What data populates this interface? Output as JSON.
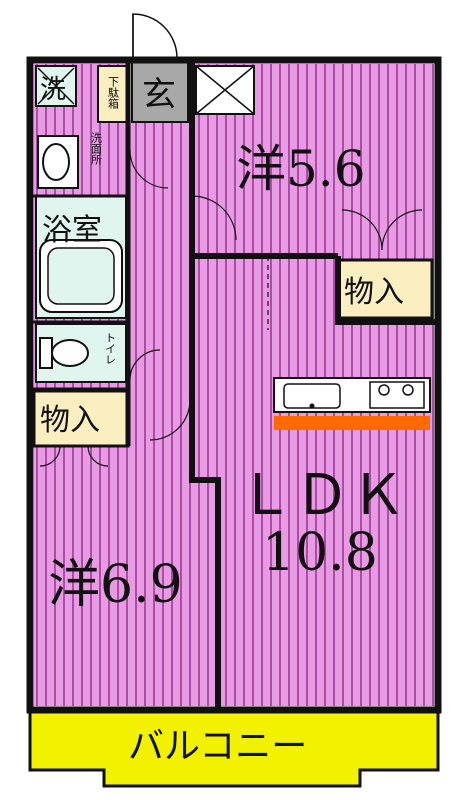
{
  "colors": {
    "room_fill": "#e79be3",
    "stripe": "#b04aa8",
    "wall": "#111111",
    "storage_fill": "#fbeec0",
    "wet_fill": "#dff5ee",
    "entrance_fill": "#a8a8a8",
    "balcony_fill": "#f2f200",
    "counter_orange": "#ff6a00"
  },
  "rooms": {
    "western_top": "洋5.6",
    "ldk_line1": "ＬＤＫ",
    "ldk_line2": "10.8",
    "western_bottom": "洋6.9",
    "storage_right": "物入",
    "storage_left": "物入",
    "entrance": "玄",
    "laundry": "洗",
    "shoe_box": "下駄箱",
    "washroom": "洗面所",
    "bathroom": "浴室",
    "toilet": "トイレ",
    "balcony": "バルコニー"
  },
  "icons": [
    "laundry-pan-icon",
    "washbasin-icon",
    "bathtub-icon",
    "toilet-icon",
    "kitchen-sink-icon",
    "stove-icon",
    "hatch-icon"
  ]
}
